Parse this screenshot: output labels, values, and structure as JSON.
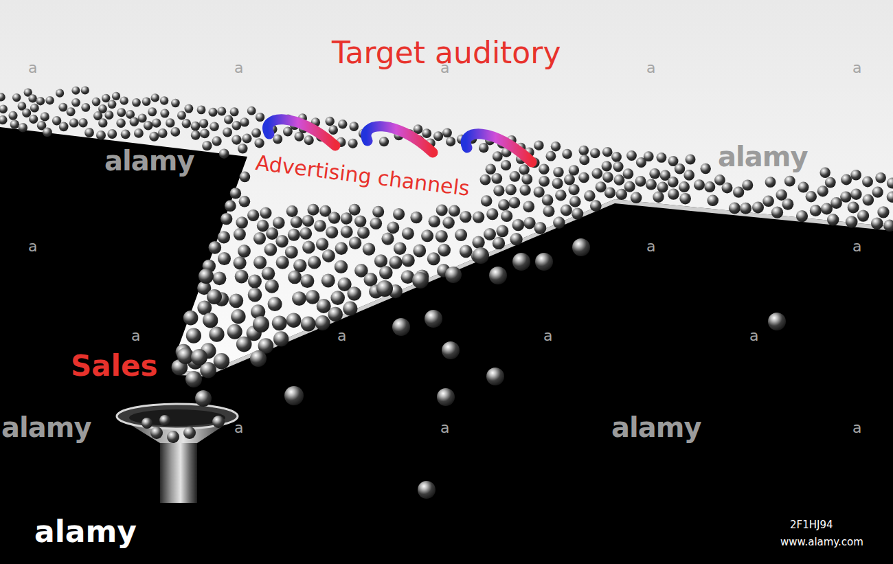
{
  "diagram": {
    "labels": [
      "Target auditory",
      "Advertising channels",
      "Sales",
      "alamy",
      "alamy",
      "alamy",
      "alamy",
      "a",
      "a",
      "a",
      "a",
      "a",
      "a",
      "a",
      "a",
      "a",
      "a",
      "a",
      "a",
      "a",
      "a",
      "a",
      "alamy",
      "2F1HJ94",
      "www.alamy.com"
    ]
  }
}
